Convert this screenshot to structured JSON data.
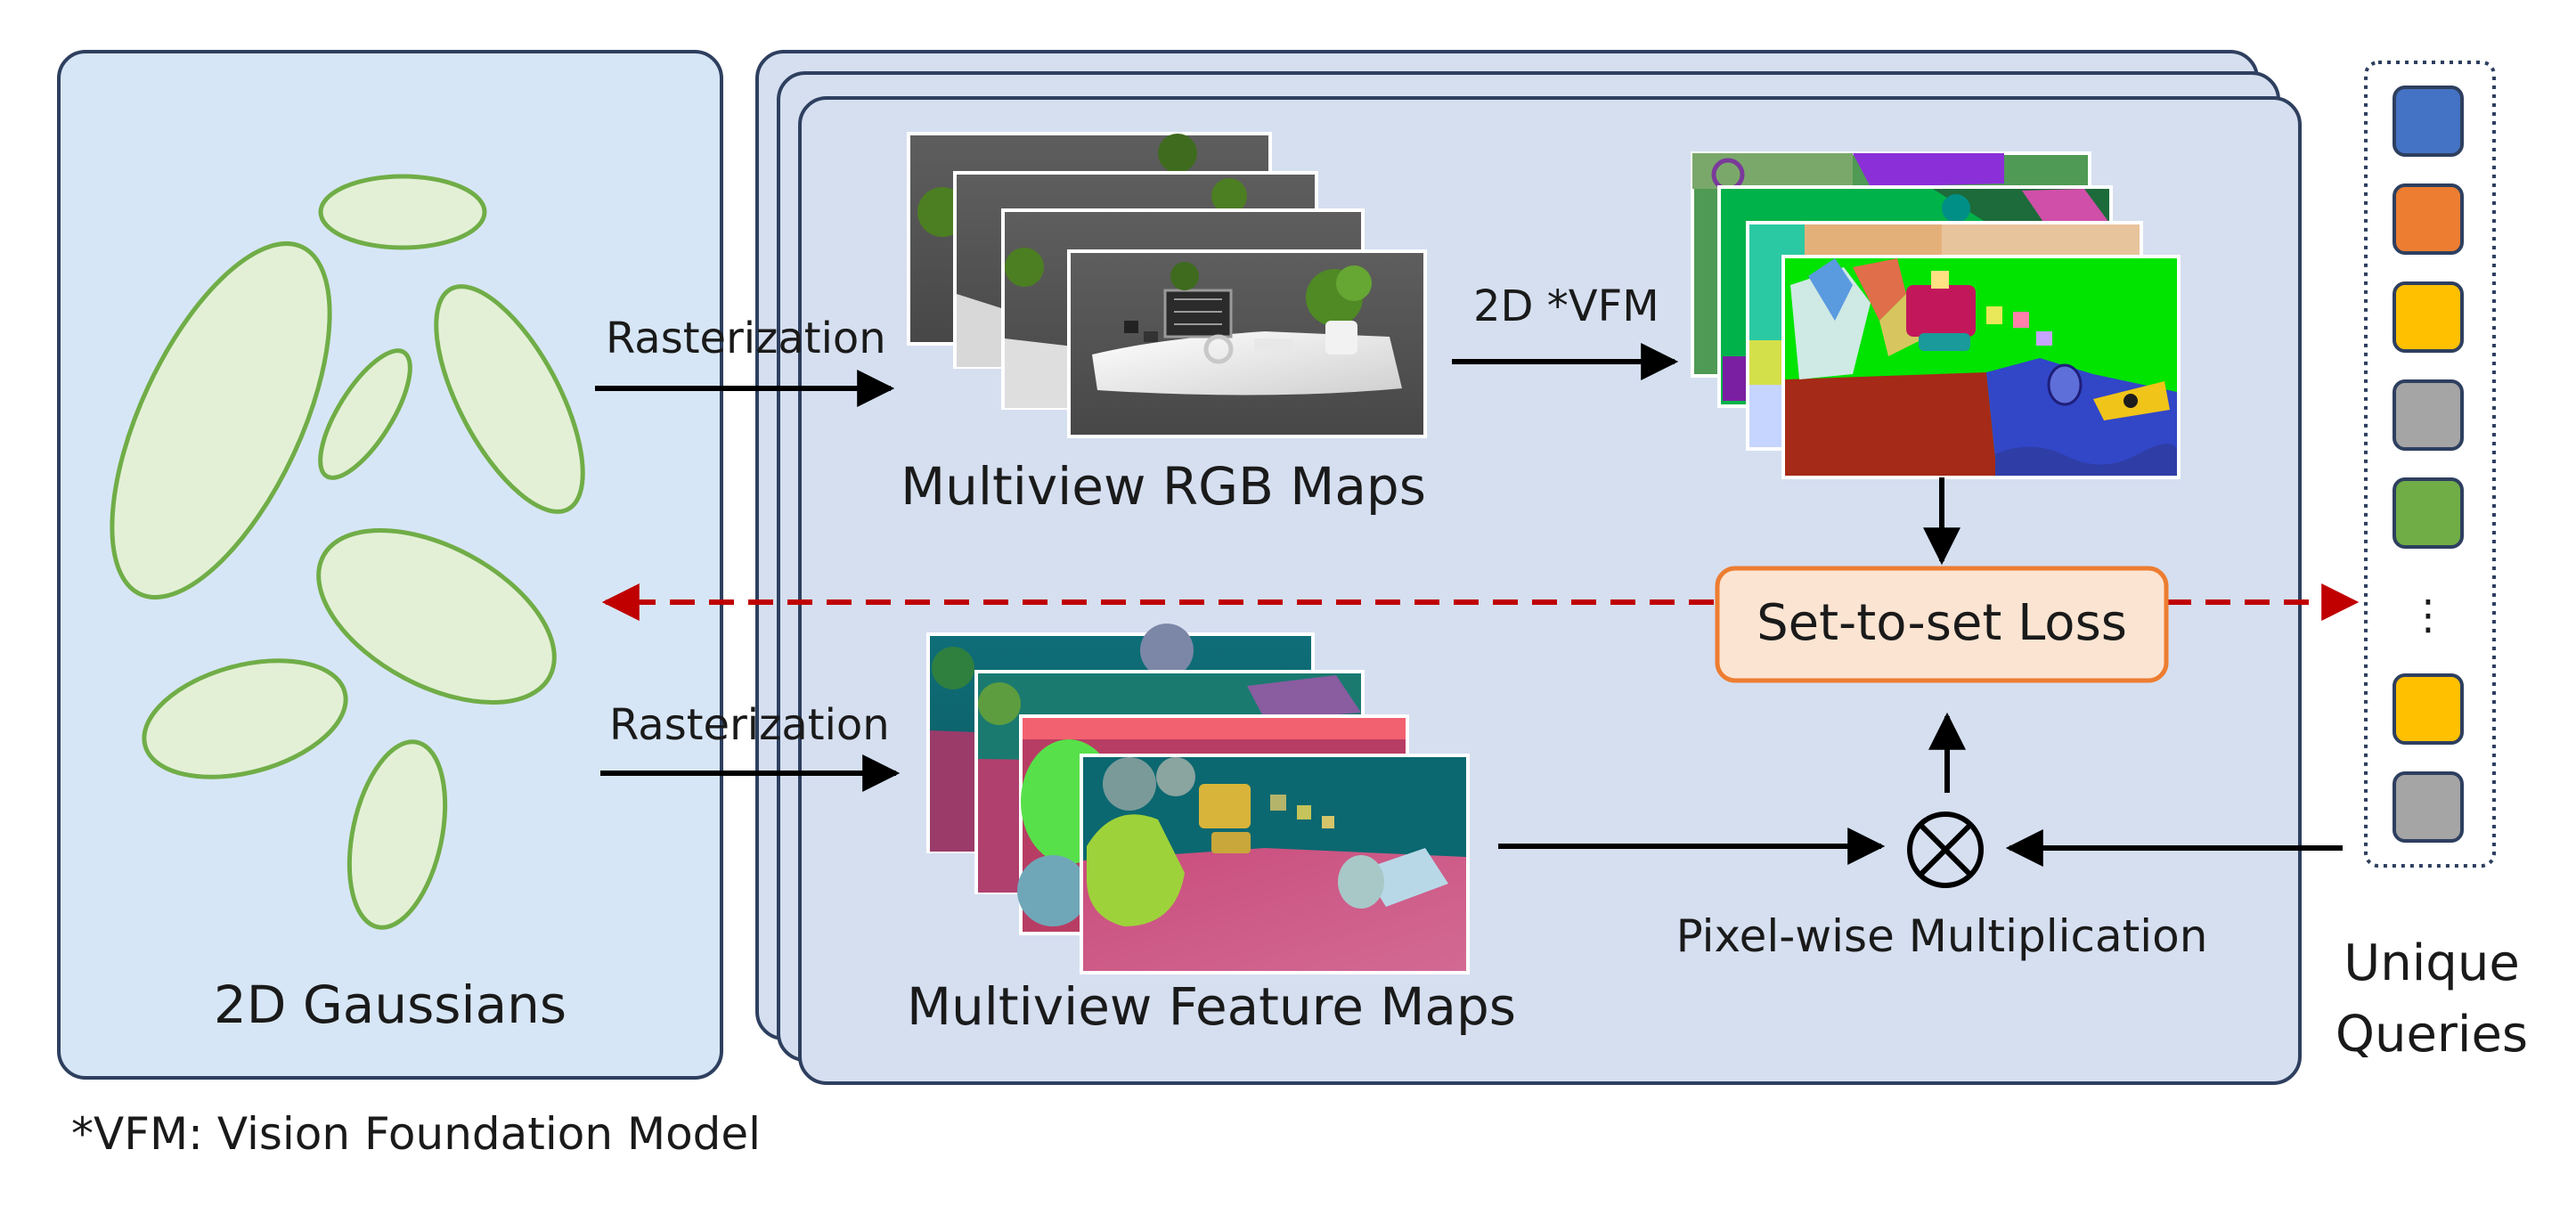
{
  "labels": {
    "gaussians": "2D Gaussians",
    "rasterization_top": "Rasterization",
    "rasterization_bottom": "Rasterization",
    "rgb_maps": "Multiview RGB Maps",
    "vfm_arrow": "2D *VFM",
    "loss": "Set-to-set Loss",
    "feature_maps": "Multiview Feature Maps",
    "pixel_mult": "Pixel-wise Multiplication",
    "queries_line1": "Unique",
    "queries_line2": "Queries",
    "queries_ellipsis": "⋮",
    "footnote": "*VFM: Vision Foundation Model"
  },
  "colors": {
    "gaussian_panel_fill": "#d7e6f6",
    "gaussian_panel_border": "#2e3f5f",
    "stack_fill": "#d5dff0",
    "stack_border": "#2e3f5f",
    "ellipse_fill": "#e3f0d6",
    "ellipse_stroke": "#70ad47",
    "loss_fill": "#fce4d2",
    "loss_border": "#ed7d31",
    "dashed_arrow": "#c00000",
    "arrow": "#000000"
  },
  "queries": [
    {
      "color": "#4472c4",
      "icon": "query-square"
    },
    {
      "color": "#ed7d31",
      "icon": "query-square"
    },
    {
      "color": "#ffc000",
      "icon": "query-square"
    },
    {
      "color": "#a5a5a5",
      "icon": "query-square"
    },
    {
      "color": "#70ad47",
      "icon": "query-square"
    },
    {
      "color": "#ffc000",
      "icon": "query-square"
    },
    {
      "color": "#a5a5a5",
      "icon": "query-square"
    }
  ]
}
